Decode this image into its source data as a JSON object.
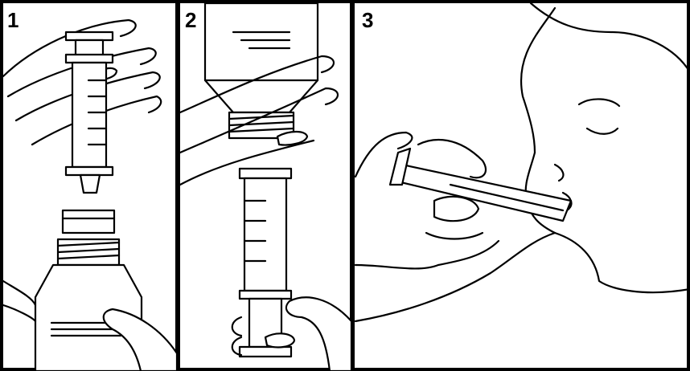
{
  "panels": [
    {
      "number": "1"
    },
    {
      "number": "2"
    },
    {
      "number": "3"
    }
  ],
  "colors": {
    "line": "#000000",
    "background": "#ffffff"
  }
}
